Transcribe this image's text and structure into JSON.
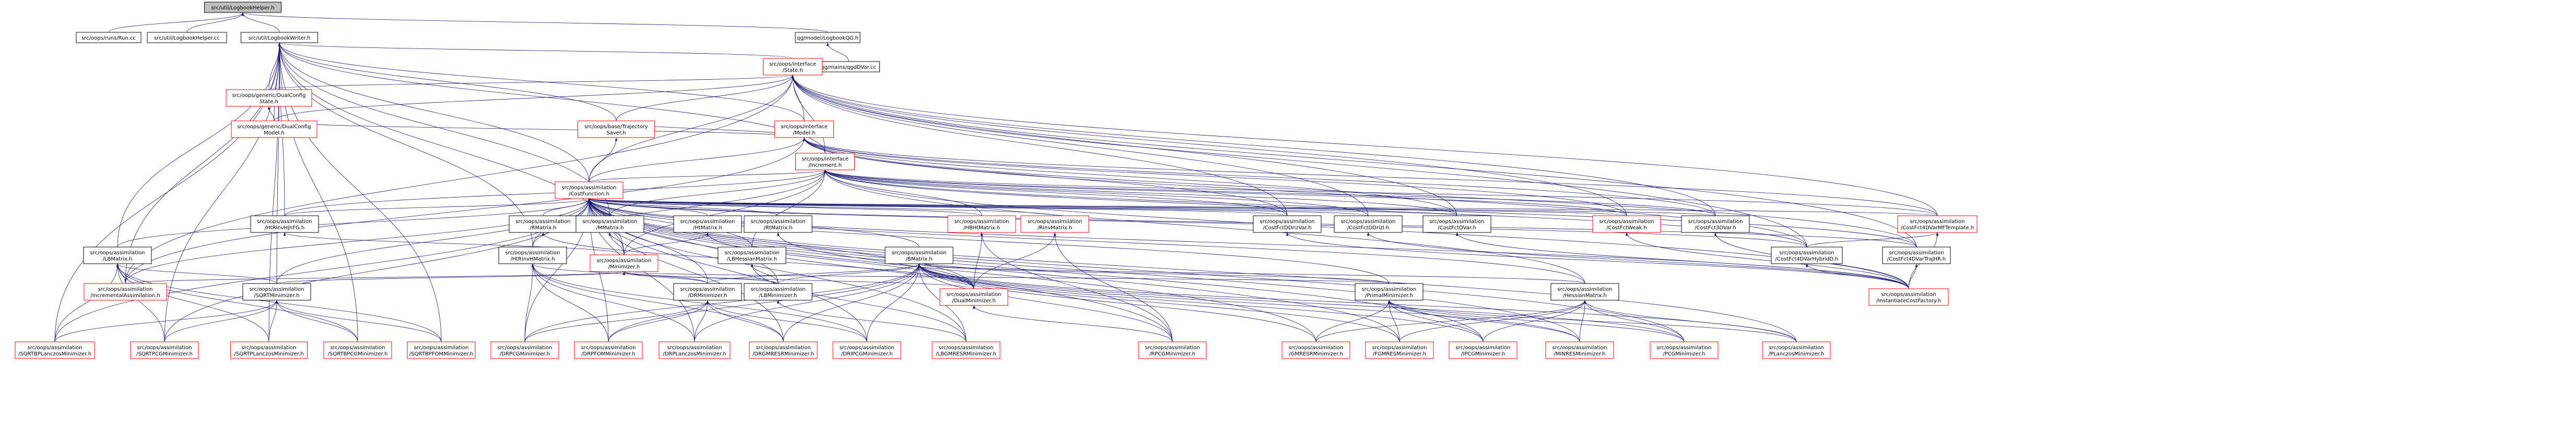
{
  "graph": {
    "root": "src/util/LogbookHelper.h",
    "colors": {
      "root_fill": "#bfbfbf",
      "node_fill": "#ffffff",
      "border_black": "#000000",
      "border_red": "#ff0000",
      "edge": "#191970",
      "text": "#000000"
    },
    "nodes": [
      {
        "id": "n0",
        "lines": [
          "src/util/LogbookHelper.h"
        ],
        "border": "black",
        "root": true
      },
      {
        "id": "n1",
        "lines": [
          "src/oops/runs/Run.cc"
        ],
        "border": "black"
      },
      {
        "id": "n2",
        "lines": [
          "src/util/LogbookHelper.cc"
        ],
        "border": "black"
      },
      {
        "id": "n3",
        "lines": [
          "src/util/LogbookWriter.h"
        ],
        "border": "black"
      },
      {
        "id": "n4",
        "lines": [
          "qg/model/LogbookQG.h"
        ],
        "border": "black"
      },
      {
        "id": "n5",
        "lines": [
          "qg/mains/qgdDVar.cc"
        ],
        "border": "black"
      },
      {
        "id": "n6",
        "lines": [
          "src/oops/interface",
          "/State.h"
        ],
        "border": "red"
      },
      {
        "id": "n7",
        "lines": [
          "src/oops/generic/DualConfig",
          "State.h"
        ],
        "border": "red"
      },
      {
        "id": "n8",
        "lines": [
          "src/oops/generic/DualConfig",
          "Model.h"
        ],
        "border": "red"
      },
      {
        "id": "n9",
        "lines": [
          "src/oops/interface",
          "/Model.h"
        ],
        "border": "red"
      },
      {
        "id": "n10",
        "lines": [
          "src/oops/base/Trajectory",
          "Saver.h"
        ],
        "border": "red"
      },
      {
        "id": "n11",
        "lines": [
          "src/oops/interface",
          "/Increment.h"
        ],
        "border": "red"
      },
      {
        "id": "n12",
        "lines": [
          "src/oops/assimilation",
          "/CostFunction.h"
        ],
        "border": "red"
      },
      {
        "id": "n13",
        "lines": [
          "src/oops/assimilation",
          "/HtRinvHjhFG.h"
        ],
        "border": "black"
      },
      {
        "id": "n14",
        "lines": [
          "src/oops/assimilation",
          "/RMatrix.h"
        ],
        "border": "black"
      },
      {
        "id": "n15",
        "lines": [
          "src/oops/assimilation",
          "/MMatrix.h"
        ],
        "border": "black"
      },
      {
        "id": "n16",
        "lines": [
          "src/oops/assimilation",
          "/HtMatrix.h"
        ],
        "border": "black"
      },
      {
        "id": "n17",
        "lines": [
          "src/oops/assimilation",
          "/RtMatrix.h"
        ],
        "border": "black"
      },
      {
        "id": "n18",
        "lines": [
          "src/oops/assimilation",
          "/HBHtMatrix.h"
        ],
        "border": "red"
      },
      {
        "id": "n19",
        "lines": [
          "src/oops/assimilation",
          "/RinvMatrix.h"
        ],
        "border": "red"
      },
      {
        "id": "n20",
        "lines": [
          "src/oops/assimilation",
          "/CostFctDDrizVar.h"
        ],
        "border": "black"
      },
      {
        "id": "n21",
        "lines": [
          "src/oops/assimilation",
          "/CostFctDDrizl.h"
        ],
        "border": "black"
      },
      {
        "id": "n22",
        "lines": [
          "src/oops/assimilation",
          "/CostFctDVar.h"
        ],
        "border": "black"
      },
      {
        "id": "n23",
        "lines": [
          "src/oops/assimilation",
          "/CostFctWeak.h"
        ],
        "border": "red"
      },
      {
        "id": "n24",
        "lines": [
          "src/oops/assimilation",
          "/CostFct3DVar.h"
        ],
        "border": "black"
      },
      {
        "id": "n25",
        "lines": [
          "src/oops/assimilation",
          "/CostFct4DVarMFTemplate.h"
        ],
        "border": "red"
      },
      {
        "id": "n26",
        "lines": [
          "src/oops/assimilation",
          "/CostFct4DVarHybridD.h"
        ],
        "border": "black"
      },
      {
        "id": "n27",
        "lines": [
          "src/oops/assimilation",
          "/CostFct4DVarTrajHR.h"
        ],
        "border": "black"
      },
      {
        "id": "n28",
        "lines": [
          "src/oops/assimilation",
          "/LBMatrix.h"
        ],
        "border": "black"
      },
      {
        "id": "n29",
        "lines": [
          "src/oops/assimilation",
          "/HtRinvHMatrix.h"
        ],
        "border": "black"
      },
      {
        "id": "n30",
        "lines": [
          "src/oops/assimilation",
          "/Minimizer.h"
        ],
        "border": "red"
      },
      {
        "id": "n31",
        "lines": [
          "src/oops/assimilation",
          "/LBHessianMatrix.h"
        ],
        "border": "black"
      },
      {
        "id": "n32",
        "lines": [
          "src/oops/assimilation",
          "/BMatrix.h"
        ],
        "border": "black"
      },
      {
        "id": "n33",
        "lines": [
          "src/oops/assimilation",
          "/IncrementalAssimilation.h"
        ],
        "border": "red"
      },
      {
        "id": "n34",
        "lines": [
          "src/oops/assimilation",
          "/SQRTMinimizer.h"
        ],
        "border": "black"
      },
      {
        "id": "n35",
        "lines": [
          "src/oops/assimilation",
          "/DRMinimizer.h"
        ],
        "border": "black"
      },
      {
        "id": "n36",
        "lines": [
          "src/oops/assimilation",
          "/LBMinimizer.h"
        ],
        "border": "black"
      },
      {
        "id": "n37",
        "lines": [
          "src/oops/assimilation",
          "/DualMinimizer.h"
        ],
        "border": "red"
      },
      {
        "id": "n38",
        "lines": [
          "src/oops/assimilation",
          "/PrimalMinimizer.h"
        ],
        "border": "black"
      },
      {
        "id": "n39",
        "lines": [
          "src/oops/assimilation",
          "/HessianMatrix.h"
        ],
        "border": "black"
      },
      {
        "id": "n40",
        "lines": [
          "src/oops/assimilation",
          "/InstantiateCostFactory.h"
        ],
        "border": "red"
      },
      {
        "id": "n41",
        "lines": [
          "src/oops/assimilation",
          "/SQRTBPLanczosMinimizer.h"
        ],
        "border": "red"
      },
      {
        "id": "n42",
        "lines": [
          "src/oops/assimilation",
          "/SQRTPCGMinimizer.h"
        ],
        "border": "red"
      },
      {
        "id": "n43",
        "lines": [
          "src/oops/assimilation",
          "/SQRTPLanczosMinimizer.h"
        ],
        "border": "red"
      },
      {
        "id": "n44",
        "lines": [
          "src/oops/assimilation",
          "/SQRTBPCGMinimizer.h"
        ],
        "border": "red"
      },
      {
        "id": "n45",
        "lines": [
          "src/oops/assimilation",
          "/SQRTBPFOMMinimizer.h"
        ],
        "border": "red"
      },
      {
        "id": "n46",
        "lines": [
          "src/oops/assimilation",
          "/DRPCGMinimizer.h"
        ],
        "border": "red"
      },
      {
        "id": "n47",
        "lines": [
          "src/oops/assimilation",
          "/DRPFOMMinimizer.h"
        ],
        "border": "red"
      },
      {
        "id": "n48",
        "lines": [
          "src/oops/assimilation",
          "/DRPLanczosMinimizer.h"
        ],
        "border": "red"
      },
      {
        "id": "n49",
        "lines": [
          "src/oops/assimilation",
          "/DRGMRESRMinimizer.h"
        ],
        "border": "red"
      },
      {
        "id": "n50",
        "lines": [
          "src/oops/assimilation",
          "/DRIPCGMinimizer.h"
        ],
        "border": "red"
      },
      {
        "id": "n51",
        "lines": [
          "src/oops/assimilation",
          "/LBGMRESRMinimizer.h"
        ],
        "border": "red"
      },
      {
        "id": "n52",
        "lines": [
          "src/oops/assimilation",
          "/RPCGMinimizer.h"
        ],
        "border": "red"
      },
      {
        "id": "n53",
        "lines": [
          "src/oops/assimilation",
          "/GMRESRMinimizer.h"
        ],
        "border": "red"
      },
      {
        "id": "n54",
        "lines": [
          "src/oops/assimilation",
          "/FGMRESMinimizer.h"
        ],
        "border": "red"
      },
      {
        "id": "n55",
        "lines": [
          "src/oops/assimilation",
          "/IPCGMinimizer.h"
        ],
        "border": "red"
      },
      {
        "id": "n56",
        "lines": [
          "src/oops/assimilation",
          "/MINRESMinimizer.h"
        ],
        "border": "red"
      },
      {
        "id": "n57",
        "lines": [
          "src/oops/assimilation",
          "/PCGMinimizer.h"
        ],
        "border": "red"
      },
      {
        "id": "n58",
        "lines": [
          "src/oops/assimilation",
          "/PLanczosMinimizer.h"
        ],
        "border": "red"
      }
    ],
    "edges": [
      [
        "n0",
        "n1"
      ],
      [
        "n0",
        "n2"
      ],
      [
        "n0",
        "n3"
      ],
      [
        "n0",
        "n4"
      ],
      [
        "n4",
        "n5"
      ],
      [
        "n3",
        "n6"
      ],
      [
        "n3",
        "n7"
      ],
      [
        "n3",
        "n8"
      ],
      [
        "n3",
        "n9"
      ],
      [
        "n3",
        "n10"
      ],
      [
        "n3",
        "n11"
      ],
      [
        "n3",
        "n12"
      ],
      [
        "n3",
        "n13"
      ],
      [
        "n3",
        "n15"
      ],
      [
        "n3",
        "n29"
      ],
      [
        "n3",
        "n30"
      ],
      [
        "n3",
        "n33"
      ],
      [
        "n3",
        "n41"
      ],
      [
        "n3",
        "n42"
      ],
      [
        "n3",
        "n43"
      ],
      [
        "n3",
        "n44"
      ],
      [
        "n3",
        "n45"
      ],
      [
        "n3",
        "n28"
      ],
      [
        "n3",
        "n34"
      ],
      [
        "n6",
        "n7"
      ],
      [
        "n6",
        "n8"
      ],
      [
        "n6",
        "n9"
      ],
      [
        "n6",
        "n10"
      ],
      [
        "n6",
        "n11"
      ],
      [
        "n6",
        "n12"
      ],
      [
        "n6",
        "n20"
      ],
      [
        "n6",
        "n21"
      ],
      [
        "n6",
        "n22"
      ],
      [
        "n6",
        "n23"
      ],
      [
        "n6",
        "n24"
      ],
      [
        "n6",
        "n25"
      ],
      [
        "n6",
        "n26"
      ],
      [
        "n6",
        "n27"
      ],
      [
        "n6",
        "n33"
      ],
      [
        "n7",
        "n8"
      ],
      [
        "n9",
        "n8"
      ],
      [
        "n9",
        "n10"
      ],
      [
        "n9",
        "n11"
      ],
      [
        "n9",
        "n12"
      ],
      [
        "n9",
        "n20"
      ],
      [
        "n9",
        "n22"
      ],
      [
        "n9",
        "n23"
      ],
      [
        "n9",
        "n24"
      ],
      [
        "n9",
        "n25"
      ],
      [
        "n9",
        "n26"
      ],
      [
        "n9",
        "n27"
      ],
      [
        "n9",
        "n33"
      ],
      [
        "n10",
        "n12"
      ],
      [
        "n11",
        "n12"
      ],
      [
        "n11",
        "n13"
      ],
      [
        "n11",
        "n15"
      ],
      [
        "n11",
        "n18"
      ],
      [
        "n11",
        "n20"
      ],
      [
        "n11",
        "n21"
      ],
      [
        "n11",
        "n22"
      ],
      [
        "n11",
        "n23"
      ],
      [
        "n11",
        "n24"
      ],
      [
        "n11",
        "n25"
      ],
      [
        "n11",
        "n26"
      ],
      [
        "n11",
        "n27"
      ],
      [
        "n11",
        "n29"
      ],
      [
        "n11",
        "n30"
      ],
      [
        "n11",
        "n31"
      ],
      [
        "n11",
        "n39"
      ],
      [
        "n11",
        "n40"
      ],
      [
        "n12",
        "n13"
      ],
      [
        "n12",
        "n14"
      ],
      [
        "n12",
        "n15"
      ],
      [
        "n12",
        "n16"
      ],
      [
        "n12",
        "n17"
      ],
      [
        "n12",
        "n18"
      ],
      [
        "n12",
        "n19"
      ],
      [
        "n12",
        "n20"
      ],
      [
        "n12",
        "n21"
      ],
      [
        "n12",
        "n22"
      ],
      [
        "n12",
        "n23"
      ],
      [
        "n12",
        "n24"
      ],
      [
        "n12",
        "n25"
      ],
      [
        "n12",
        "n26"
      ],
      [
        "n12",
        "n27"
      ],
      [
        "n12",
        "n28"
      ],
      [
        "n12",
        "n29"
      ],
      [
        "n12",
        "n30"
      ],
      [
        "n12",
        "n31"
      ],
      [
        "n12",
        "n32"
      ],
      [
        "n12",
        "n33"
      ],
      [
        "n12",
        "n34"
      ],
      [
        "n12",
        "n35"
      ],
      [
        "n12",
        "n36"
      ],
      [
        "n12",
        "n37"
      ],
      [
        "n12",
        "n38"
      ],
      [
        "n12",
        "n39"
      ],
      [
        "n12",
        "n40"
      ],
      [
        "n12",
        "n41"
      ],
      [
        "n12",
        "n42"
      ],
      [
        "n12",
        "n46"
      ],
      [
        "n12",
        "n47"
      ],
      [
        "n12",
        "n48"
      ],
      [
        "n12",
        "n49"
      ],
      [
        "n12",
        "n50"
      ],
      [
        "n12",
        "n51"
      ],
      [
        "n12",
        "n52"
      ],
      [
        "n12",
        "n53"
      ],
      [
        "n12",
        "n54"
      ],
      [
        "n12",
        "n55"
      ],
      [
        "n12",
        "n56"
      ],
      [
        "n12",
        "n57"
      ],
      [
        "n12",
        "n58"
      ],
      [
        "n13",
        "n30"
      ],
      [
        "n14",
        "n37"
      ],
      [
        "n15",
        "n30"
      ],
      [
        "n16",
        "n30"
      ],
      [
        "n16",
        "n37"
      ],
      [
        "n17",
        "n37"
      ],
      [
        "n18",
        "n37"
      ],
      [
        "n18",
        "n52"
      ],
      [
        "n19",
        "n37"
      ],
      [
        "n19",
        "n52"
      ],
      [
        "n20",
        "n40"
      ],
      [
        "n21",
        "n40"
      ],
      [
        "n22",
        "n40"
      ],
      [
        "n23",
        "n40"
      ],
      [
        "n24",
        "n40"
      ],
      [
        "n25",
        "n26"
      ],
      [
        "n25",
        "n40"
      ],
      [
        "n26",
        "n40"
      ],
      [
        "n27",
        "n40"
      ],
      [
        "n28",
        "n33"
      ],
      [
        "n28",
        "n34"
      ],
      [
        "n28",
        "n41"
      ],
      [
        "n28",
        "n42"
      ],
      [
        "n28",
        "n43"
      ],
      [
        "n28",
        "n44"
      ],
      [
        "n28",
        "n45"
      ],
      [
        "n29",
        "n35"
      ],
      [
        "n29",
        "n46"
      ],
      [
        "n29",
        "n47"
      ],
      [
        "n29",
        "n48"
      ],
      [
        "n29",
        "n49"
      ],
      [
        "n29",
        "n50"
      ],
      [
        "n30",
        "n33"
      ],
      [
        "n30",
        "n34"
      ],
      [
        "n30",
        "n35"
      ],
      [
        "n30",
        "n36"
      ],
      [
        "n30",
        "n37"
      ],
      [
        "n30",
        "n38"
      ],
      [
        "n31",
        "n36"
      ],
      [
        "n31",
        "n51"
      ],
      [
        "n32",
        "n35"
      ],
      [
        "n32",
        "n36"
      ],
      [
        "n32",
        "n37"
      ],
      [
        "n32",
        "n38"
      ],
      [
        "n32",
        "n39"
      ],
      [
        "n32",
        "n46"
      ],
      [
        "n32",
        "n47"
      ],
      [
        "n32",
        "n48"
      ],
      [
        "n32",
        "n49"
      ],
      [
        "n32",
        "n50"
      ],
      [
        "n32",
        "n51"
      ],
      [
        "n32",
        "n52"
      ],
      [
        "n32",
        "n53"
      ],
      [
        "n32",
        "n54"
      ],
      [
        "n32",
        "n55"
      ],
      [
        "n32",
        "n56"
      ],
      [
        "n32",
        "n57"
      ],
      [
        "n32",
        "n58"
      ],
      [
        "n34",
        "n41"
      ],
      [
        "n34",
        "n42"
      ],
      [
        "n34",
        "n43"
      ],
      [
        "n34",
        "n44"
      ],
      [
        "n34",
        "n45"
      ],
      [
        "n35",
        "n46"
      ],
      [
        "n35",
        "n47"
      ],
      [
        "n35",
        "n48"
      ],
      [
        "n35",
        "n49"
      ],
      [
        "n35",
        "n50"
      ],
      [
        "n36",
        "n51"
      ],
      [
        "n37",
        "n52"
      ],
      [
        "n38",
        "n53"
      ],
      [
        "n38",
        "n54"
      ],
      [
        "n38",
        "n55"
      ],
      [
        "n38",
        "n56"
      ],
      [
        "n38",
        "n57"
      ],
      [
        "n38",
        "n58"
      ],
      [
        "n39",
        "n53"
      ],
      [
        "n39",
        "n54"
      ],
      [
        "n39",
        "n55"
      ],
      [
        "n39",
        "n56"
      ],
      [
        "n39",
        "n57"
      ],
      [
        "n39",
        "n58"
      ]
    ]
  }
}
